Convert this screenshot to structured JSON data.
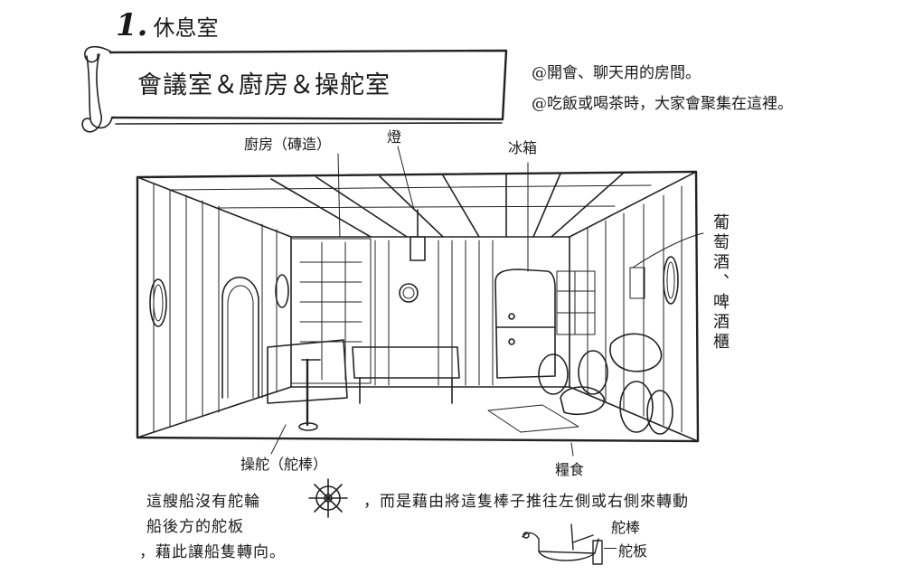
{
  "heading": {
    "number": "1.",
    "title": "休息室"
  },
  "banner": {
    "title": "會議室＆廚房＆操舵室"
  },
  "notes": [
    "@開會、聊天用的房間。",
    "@吃飯或喝茶時，大家會聚集在這裡。"
  ],
  "labels": {
    "kitchen": "廚房（磚造）",
    "lamp": "燈",
    "fridge": "冰箱",
    "wine_cabinet": "葡萄酒、啤酒櫃",
    "tiller": "操舵（舵棒）",
    "food": "糧食"
  },
  "explanation": {
    "line1_start": "這艘船沒有舵輪",
    "line1_end": "，而是藉由將這隻棒子推往左側或右側來轉動",
    "line2": "船後方的舵板",
    "line3": "，藉此讓船隻轉向。"
  },
  "rudder_diagram": {
    "tiller_label": "舵棒",
    "rudder_label": "舵板"
  },
  "icons": [
    "scroll-banner-icon",
    "ships-wheel-icon",
    "rudder-diagram-icon",
    "room-sketch-illustration"
  ]
}
